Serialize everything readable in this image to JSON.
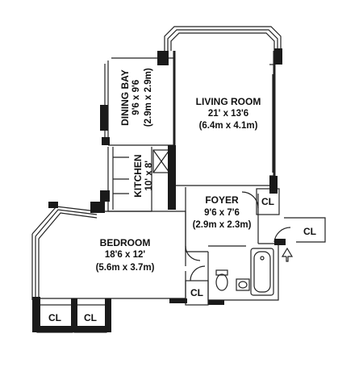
{
  "rooms": {
    "living_room": {
      "name": "LIVING ROOM",
      "dim_imperial": "21' x 13'6",
      "dim_metric": "(6.4m x 4.1m)"
    },
    "dining_bay": {
      "name": "DINING BAY",
      "dim_imperial": "9'6  x 9'6",
      "dim_metric": "(2.9m x 2.9m)"
    },
    "kitchen": {
      "name": "KITCHEN",
      "dim_imperial": "10' x 8'"
    },
    "foyer": {
      "name": "FOYER",
      "dim_imperial": "9'6  x 7'6",
      "dim_metric": "(2.9m x 2.3m)"
    },
    "bedroom": {
      "name": "BEDROOM",
      "dim_imperial": "18'6  x 12'",
      "dim_metric": "(5.6m x 3.7m)"
    }
  },
  "closets": {
    "foyer_cl": "CL",
    "entry_cl": "CL",
    "bath_cl": "CL",
    "bedroom_cl_left": "CL",
    "bedroom_cl_right": "CL"
  },
  "colors": {
    "wall": "#1a1a1a",
    "line": "#222222",
    "background": "#ffffff"
  },
  "icons": [
    "entry-arrow-icon",
    "bathtub-icon",
    "toilet-icon",
    "sink-icon",
    "door-swing-icon",
    "stove-icon"
  ]
}
